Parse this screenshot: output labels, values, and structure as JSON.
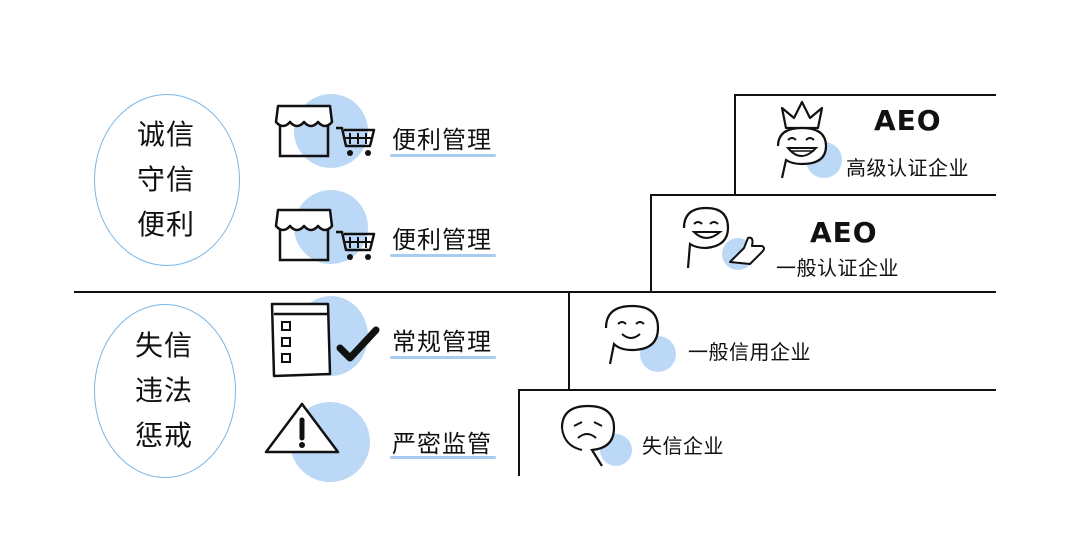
{
  "groups": {
    "trust": {
      "lines": [
        "诚信",
        "守信",
        "便利"
      ]
    },
    "distrust": {
      "lines": [
        "失信",
        "违法",
        "惩戒"
      ]
    }
  },
  "measures": [
    {
      "label": "便利管理",
      "icon": "store-cart-icon"
    },
    {
      "label": "便利管理",
      "icon": "store-cart-icon"
    },
    {
      "label": "常规管理",
      "icon": "checklist-icon"
    },
    {
      "label": "严密监管",
      "icon": "warning-icon"
    }
  ],
  "tiers": [
    {
      "badge": "AEO",
      "label": "高级认证企业",
      "icon": "crowned-grinning-face-icon"
    },
    {
      "badge": "AEO",
      "label": "一般认证企业",
      "icon": "thumbs-up-face-icon"
    },
    {
      "label": "一般信用企业",
      "icon": "smiling-face-icon"
    },
    {
      "label": "失信企业",
      "icon": "sad-face-icon"
    }
  ],
  "colors": {
    "accent": "#bcd8f7",
    "oval_border": "#7ab6e6",
    "ink": "#111111"
  }
}
